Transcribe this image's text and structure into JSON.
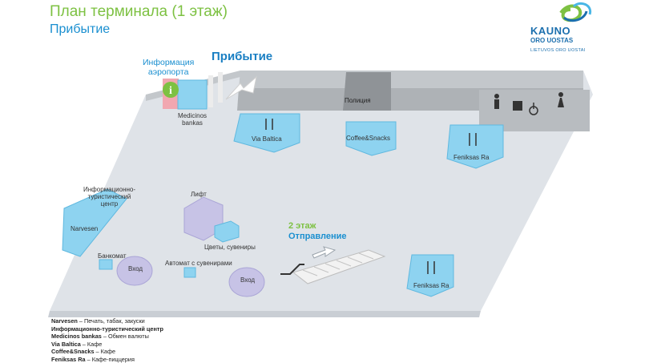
{
  "header": {
    "title": "План терминала (1 этаж)",
    "subtitle": "Прибытие"
  },
  "logo": {
    "name": "KAUNO",
    "sub": "ORO UOSTAS",
    "line": "LIETUVOS ORO UOSTAI"
  },
  "map": {
    "arrival_heading": "Прибытие",
    "info_label": "Информация\nаэропорта",
    "labels": {
      "medicinos": "Medicinos\nbankas",
      "via_baltica": "Via Baltica",
      "coffee": "Coffee&Snacks",
      "feniksas_top": "Feniksas Ra",
      "police": "Полиция",
      "tourist_center": "Информационно-\nтуристический\nцентр",
      "narvesen": "Narvesen",
      "lift": "Лифт",
      "souvenirs": "Цветы, сувениры",
      "atm": "Банкомат",
      "entrance_left": "Вход",
      "vending": "Автомат с сувенирами",
      "entrance_right": "Вход",
      "upper_floor": "2 этаж",
      "departure": "Отправление",
      "feniksas_bottom": "Feniksas Ra"
    },
    "colors": {
      "floor": "#dde1e6",
      "booth": "#8ed3f0",
      "wall": "#bfc3c7",
      "lift": "#c7c3e6",
      "accent_blue": "#1a8fd0",
      "accent_green": "#7dc142"
    }
  },
  "legend": [
    {
      "name": "Narvesen",
      "desc": " – Печать, табак, закуски"
    },
    {
      "name": "Информационно-туристический центр",
      "desc": ""
    },
    {
      "name": "Medicinos bankas",
      "desc": " – Обмен валюты"
    },
    {
      "name": "Via Baltica",
      "desc": " – Кафе"
    },
    {
      "name": "Coffee&Snacks",
      "desc": " – Кафе"
    },
    {
      "name": "Feniksas Ra",
      "desc": " – Кафе-пиццерия"
    }
  ]
}
